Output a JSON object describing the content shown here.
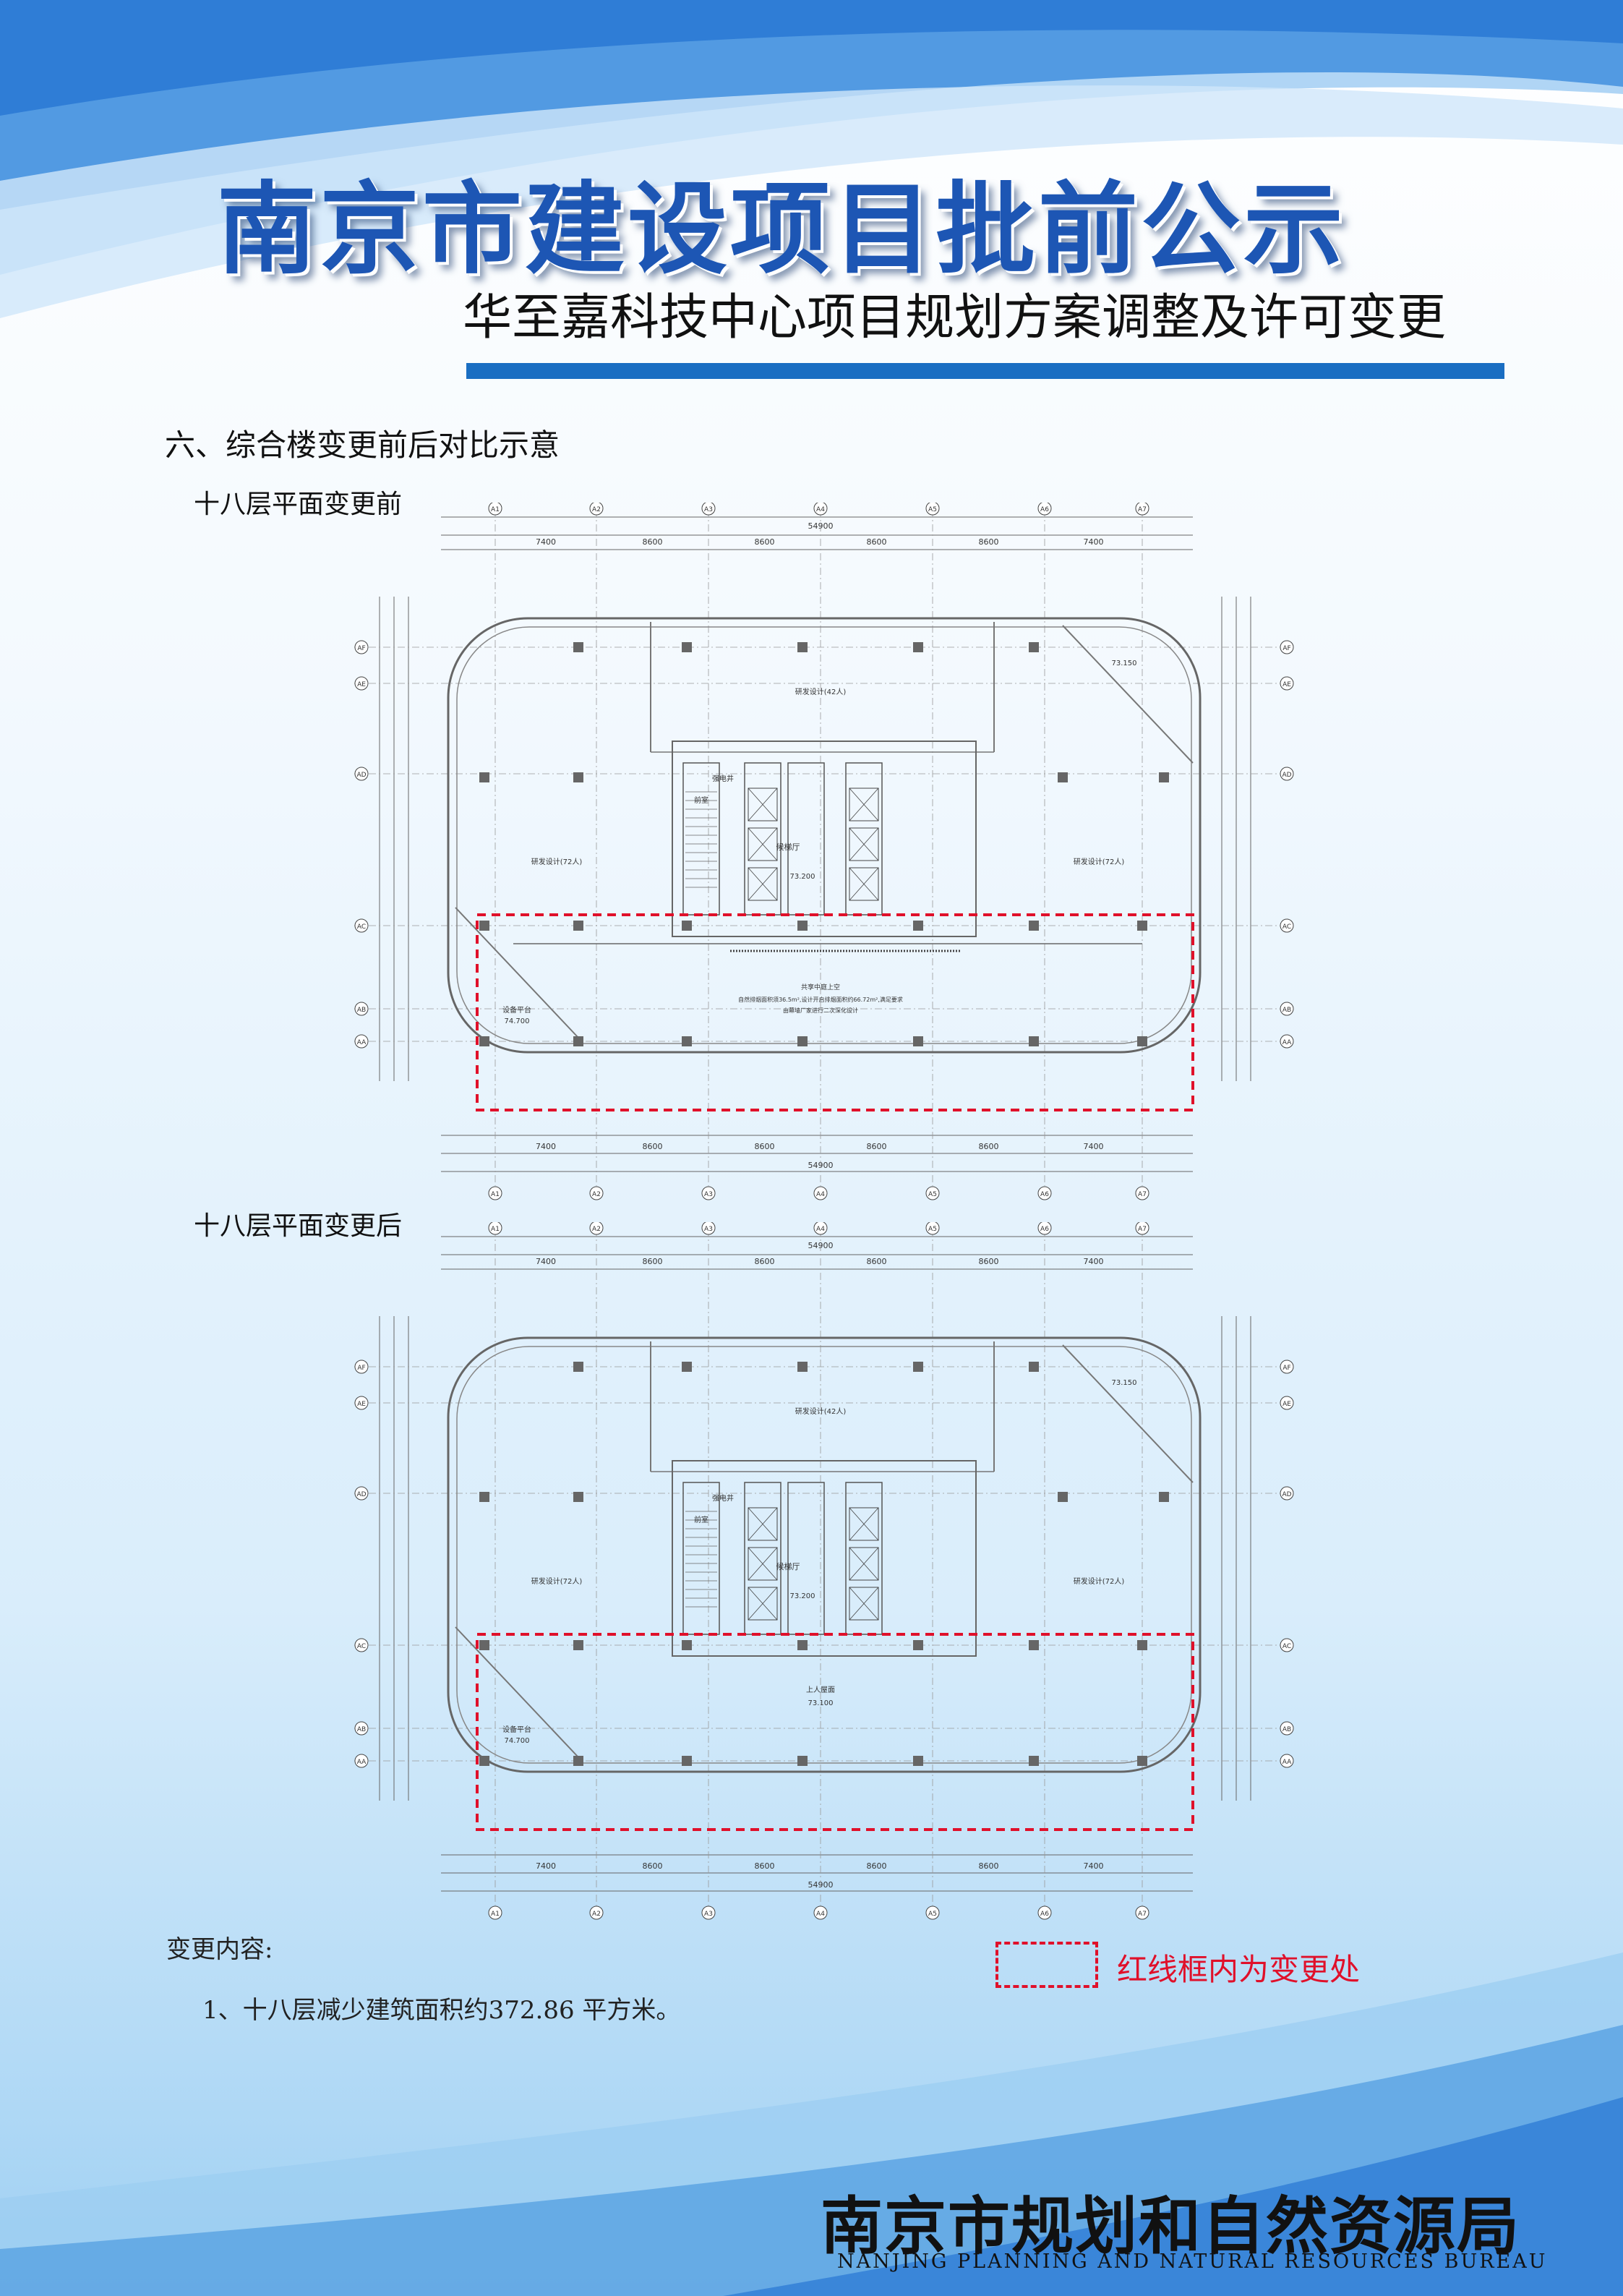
{
  "header": {
    "title": "南京市建设项目批前公示",
    "subtitle": "华至嘉科技中心项目规划方案调整及许可变更"
  },
  "section": {
    "heading": "六、综合楼变更前后对比示意"
  },
  "plans": [
    {
      "label": "十八层平面变更前",
      "axis_top": [
        "A1",
        "A2",
        "A3",
        "A4",
        "A5",
        "A6",
        "A7"
      ],
      "axis_side": [
        "AF",
        "AE",
        "AD",
        "AC",
        "AB",
        "AA"
      ],
      "dims_top": [
        "7400",
        "8600",
        "8600",
        "8600",
        "8600",
        "7400"
      ],
      "total_width": "54900",
      "room_labels": [
        "研发设计(72人)",
        "研发设计(72人)",
        "研发设计(42人)",
        "候梯厅",
        "73.200",
        "前室",
        "强电井",
        "73.150",
        "74.700",
        "设备平台"
      ],
      "atrium_note_1": "共享中庭上空",
      "atrium_note_2": "自然排烟面积须36.5m²,设计开启排烟面积约66.72m²,满足要求",
      "atrium_note_3": "由幕墙厂家进行二次深化设计"
    },
    {
      "label": "十八层平面变更后",
      "axis_top": [
        "A1",
        "A2",
        "A3",
        "A4",
        "A5",
        "A6",
        "A7"
      ],
      "axis_side": [
        "AF",
        "AE",
        "AD",
        "AC",
        "AB",
        "AA"
      ],
      "dims_top": [
        "7400",
        "8600",
        "8600",
        "8600",
        "8600",
        "7400"
      ],
      "total_width": "54900",
      "room_labels": [
        "研发设计(72人)",
        "研发设计(72人)",
        "研发设计(42人)",
        "候梯厅",
        "73.200",
        "前室",
        "强电井",
        "73.150",
        "74.700",
        "设备平台"
      ],
      "roof_note": "上人屋面",
      "roof_level": "73.100"
    }
  ],
  "changes": {
    "title": "变更内容:",
    "item_1": "1、十八层减少建筑面积约372.86 平方米。"
  },
  "legend": {
    "text": "红线框内为变更处",
    "color": "#e0102a"
  },
  "footer": {
    "agency": "南京市规划和自然资源局",
    "agency_en": "NANJING PLANNING AND NATURAL RESOURCES BUREAU"
  },
  "colors": {
    "title_blue": "#1d56b4",
    "rule_blue": "#1a6ec2",
    "highlight_red": "#e0102a"
  }
}
